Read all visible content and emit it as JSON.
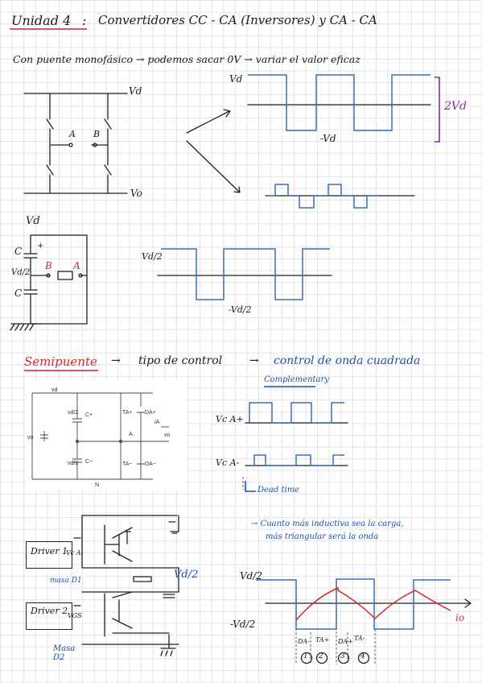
{
  "title": {
    "unit": "Unidad 4",
    "colon": ":",
    "rest": "Convertidores CC - CA (Inversores) y CA - CA"
  },
  "line_puente": "Con puente monofásico → podemos sacar 0V → variar el valor eficaz",
  "labels": {
    "vd_top": "Vd",
    "vo": "Vo",
    "a": "A",
    "b": "B",
    "vd_wave": "Vd",
    "neg_vd": "-Vd",
    "two_vd": "2Vd",
    "vd_left": "Vd",
    "c_top": "C",
    "c_bot": "C",
    "plus": "+",
    "vd2_left": "Vd/2",
    "b_red": "B",
    "a_red": "A",
    "vd2_wave": "Vd/2",
    "neg_vd2_wave": "-Vd/2"
  },
  "section_semipuente": {
    "title": "Semipuente",
    "arrow1": "→",
    "tipo": "tipo de control",
    "arrow2": "→",
    "control": "control de onda cuadrada"
  },
  "printed": {
    "vd_top": "vd",
    "vd2_upper": "vd/2",
    "vd2_lower": "vd/2",
    "c_plus": "C+",
    "c_minus": "C−",
    "ta_plus": "TA+",
    "da_plus": "DA+",
    "ta_minus": "TA−",
    "da_minus": "DA−",
    "ia": "iA",
    "a": "A",
    "vo": "vo",
    "n": "N",
    "vo_side": "vo"
  },
  "complementary": {
    "title": "Complementary",
    "vca_plus": "Vc A+",
    "vca_minus": "Vc A-",
    "dead_time": "Dead time"
  },
  "driver": {
    "d1": "Driver 1",
    "d2": "Driver 2",
    "vca": "Vc A-",
    "vgs": "VGS",
    "masa1": "masa D1",
    "masa2": "Masa D2",
    "vd2": "Vd/2"
  },
  "note": {
    "line1": "→ Cuanto más inductiva sea la carga,",
    "line2": "más triangular será la onda"
  },
  "bottom_wave": {
    "vd2": "Vd/2",
    "neg_vd2": "-Vd/2",
    "io": "io",
    "intervals": [
      "DA-",
      "TA+",
      "DA+",
      "TA-"
    ],
    "circled": [
      "1",
      "2",
      "3",
      "4"
    ]
  },
  "colors": {
    "red": "#d4262b",
    "blue": "#1f4fa3",
    "purple": "#8a2aa8",
    "wave": "#3a6fb8"
  }
}
